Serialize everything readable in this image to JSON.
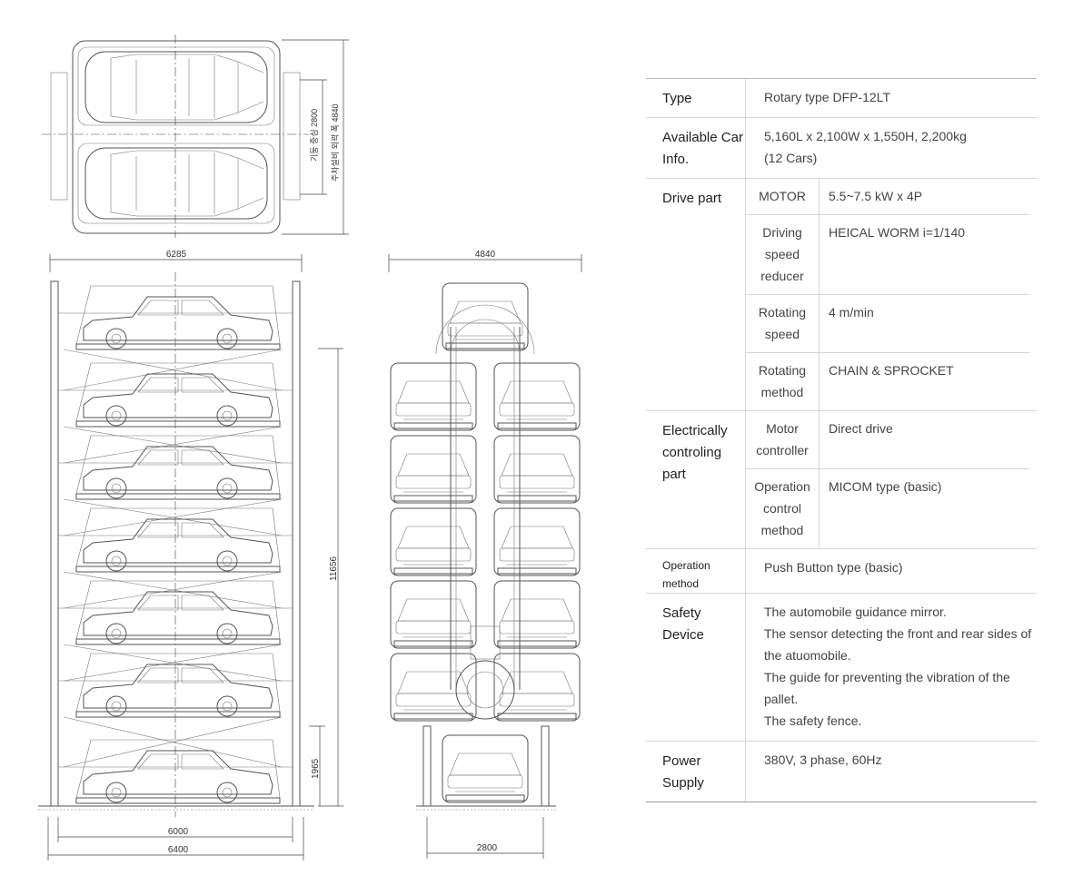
{
  "drawing": {
    "plan_dims": {
      "pillar_center": "기둥 중심 2800",
      "outer_width": "주차설비 외곽 폭 4840"
    },
    "side_view_dims": {
      "top_width": "6285",
      "height_total": "11656",
      "bottom_height": "1965",
      "inner_width": "6000",
      "outer_width": "6400"
    },
    "front_view_dims": {
      "top_width": "4840",
      "base_width": "2800"
    }
  },
  "spec": {
    "type": {
      "label": "Type",
      "value": "Rotary type DFP-12LT"
    },
    "car_info": {
      "label": "Available Car Info.",
      "value": "5,160L x 2,100W x 1,550H, 2,200kg (12 Cars)"
    },
    "drive_part": {
      "label": "Drive part",
      "motor": {
        "label": "MOTOR",
        "value": "5.5~7.5 kW x 4P"
      },
      "reducer": {
        "label": "Driving speed reducer",
        "value": "HEICAL WORM i=1/140"
      },
      "rot_speed": {
        "label": "Rotating speed",
        "value": "4 m/min"
      },
      "rot_method": {
        "label": "Rotating method",
        "value": "CHAIN & SPROCKET"
      }
    },
    "electrical": {
      "label": "Electrically controling part",
      "motor_ctrl": {
        "label": "Motor controller",
        "value": "Direct drive"
      },
      "op_ctrl": {
        "label": "Operation control method",
        "value": "MICOM type (basic)"
      }
    },
    "operation": {
      "label": "Operation method",
      "value": "Push Button type (basic)"
    },
    "safety": {
      "label": "Safety Device",
      "lines": [
        "The automobile guidance mirror.",
        "The sensor detecting the front and rear sides of the atuomobile.",
        "The guide for preventing the vibration of the pallet.",
        "The safety fence."
      ]
    },
    "power": {
      "label": "Power Supply",
      "value": "380V, 3 phase, 60Hz"
    }
  }
}
